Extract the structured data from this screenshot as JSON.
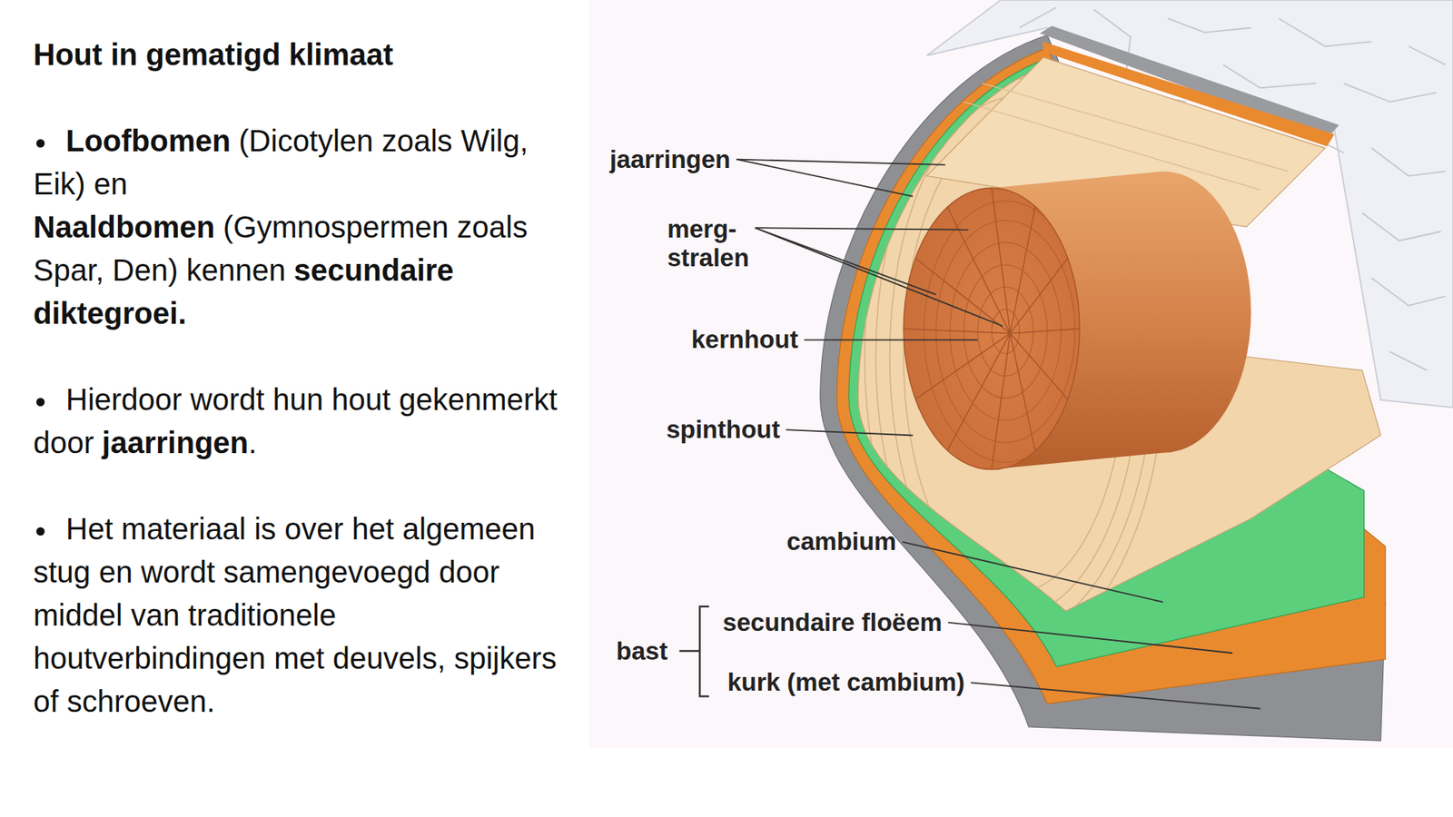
{
  "diagram": {
    "title": "Hout in gematigd klimaat",
    "labels": [
      "Loofbomen",
      "(Dicotylen zoals Wilg, Eik) en",
      "Naaldbomen",
      "(Gymnospermen zoals Spar, Den) kennen",
      "secundaire diktegroei.",
      "Hierdoor wordt hun hout gekenmerkt door",
      "jaarringen",
      ".",
      "Het materiaal is over het algemeen stug en wordt samengevoegd door middel van traditionele houtverbindingen met deuvels, spijkers of schroeven.",
      "jaarringen",
      "merg- stralen",
      "kernhout",
      "spinthout",
      "cambium",
      "bast",
      "secundaire floëem",
      "kurk (met cambium)"
    ]
  }
}
